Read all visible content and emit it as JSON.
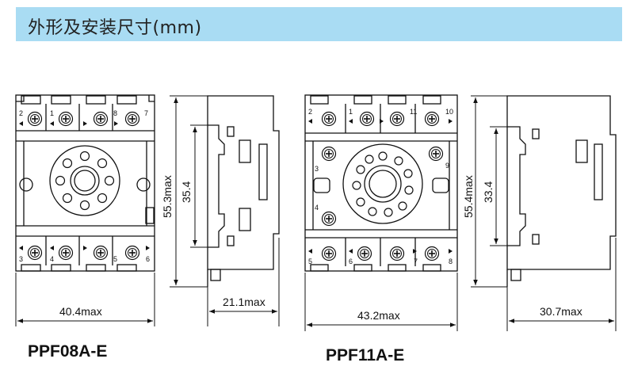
{
  "header": {
    "title": "外形及安装尺寸(mm)"
  },
  "left": {
    "model": "PPF08A-E",
    "width_label": "40.4max",
    "height_label": "55.3max",
    "inner_label": "35.4",
    "depth_label": "21.1max",
    "top_pins": [
      "2",
      "1",
      "8",
      "7"
    ],
    "bottom_pins": [
      "3",
      "4",
      "5",
      "6"
    ]
  },
  "right": {
    "model": "PPF11A-E",
    "width_label": "43.2max",
    "height_label": "55.4max",
    "inner_label": "33.4",
    "depth_label": "30.7max",
    "top_pins": [
      "2",
      "1",
      "11",
      "10"
    ],
    "side_pins": [
      "3",
      "9",
      "4"
    ],
    "bottom_pins": [
      "5",
      "6",
      "7",
      "8"
    ]
  }
}
